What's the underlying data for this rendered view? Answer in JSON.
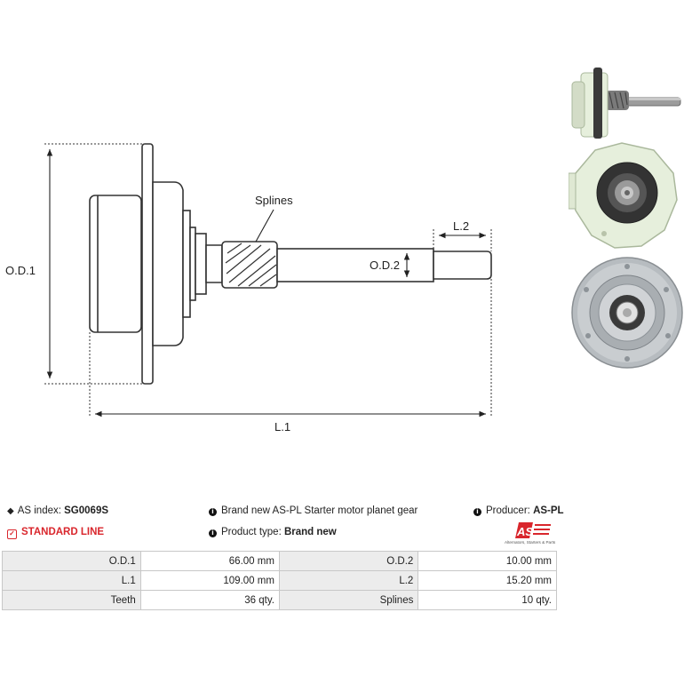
{
  "drawing": {
    "labels": {
      "od1": "O.D.1",
      "od2": "O.D.2",
      "l1": "L.1",
      "l2": "L.2",
      "splines": "Splines"
    }
  },
  "info": {
    "as_index_label": "AS index:",
    "as_index_value": "SG0069S",
    "standard_line": "STANDARD LINE",
    "description": "Brand new AS-PL Starter motor planet gear",
    "product_type_label": "Product type:",
    "product_type_value": "Brand new",
    "producer_label": "Producer:",
    "producer_value": "AS-PL",
    "logo_tagline": "Alternators, Starters & Parts"
  },
  "specs": [
    {
      "label": "O.D.1",
      "value": "66.00 mm",
      "label2": "O.D.2",
      "value2": "10.00 mm"
    },
    {
      "label": "L.1",
      "value": "109.00 mm",
      "label2": "L.2",
      "value2": "15.20 mm"
    },
    {
      "label": "Teeth",
      "value": "36 qty.",
      "label2": "Splines",
      "value2": "10 qty."
    }
  ],
  "colors": {
    "accent": "#d9262c",
    "table_label_bg": "#ececec",
    "housing_green": "#e6efdc"
  }
}
